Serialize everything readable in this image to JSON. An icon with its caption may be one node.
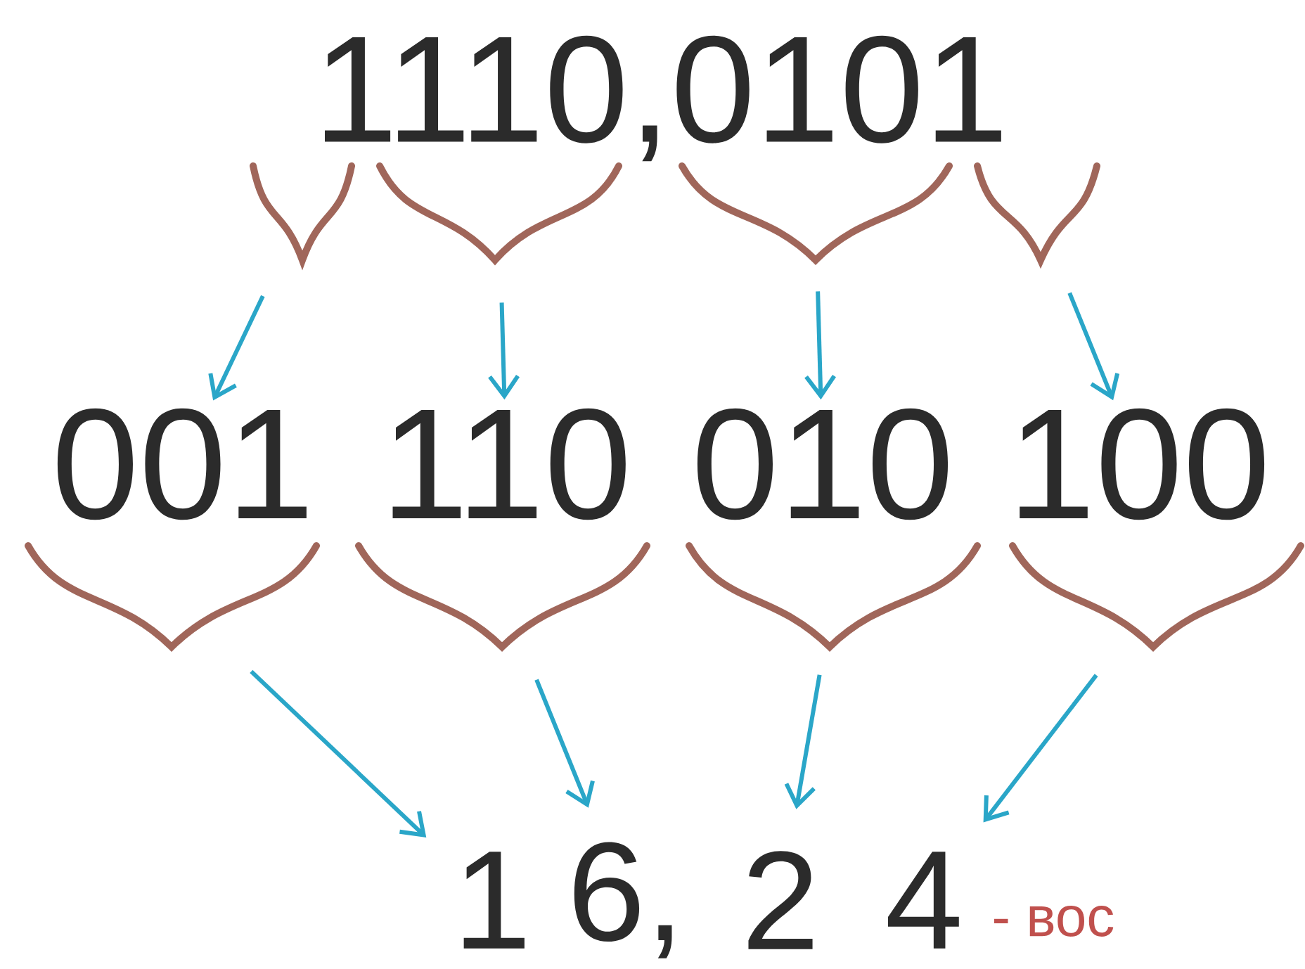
{
  "diagram": {
    "nodes": [
      {
        "text": [],
        "shape": "brace"
      },
      {
        "text": [],
        "shape": "brace"
      },
      {
        "text": [],
        "shape": "brace"
      },
      {
        "text": [],
        "shape": "brace"
      },
      {
        "text": [
          "001"
        ]
      },
      {
        "text": [
          "110"
        ]
      },
      {
        "text": [
          "010"
        ]
      },
      {
        "text": [
          "100"
        ]
      },
      {
        "text": [],
        "shape": "brace"
      },
      {
        "text": [],
        "shape": "brace"
      },
      {
        "text": [],
        "shape": "brace"
      },
      {
        "text": [],
        "shape": "brace"
      },
      {
        "text": [
          "1"
        ]
      },
      {
        "text": [
          "6,"
        ]
      },
      {
        "text": [
          "2"
        ]
      },
      {
        "text": [
          "4"
        ]
      }
    ],
    "edges": [
      {
        "from": 0,
        "to": 4,
        "arrow": "to"
      },
      {
        "from": 1,
        "to": 5,
        "arrow": "to"
      },
      {
        "from": 2,
        "to": 6,
        "arrow": "to"
      },
      {
        "from": 3,
        "to": 7,
        "arrow": "to"
      },
      {
        "from": 8,
        "to": 12,
        "arrow": "to"
      },
      {
        "from": 9,
        "to": 13,
        "arrow": "to"
      },
      {
        "from": 10,
        "to": 14,
        "arrow": "to"
      },
      {
        "from": 11,
        "to": 15,
        "arrow": "to"
      }
    ],
    "labels": [
      "1110,0101",
      "- вос"
    ]
  }
}
